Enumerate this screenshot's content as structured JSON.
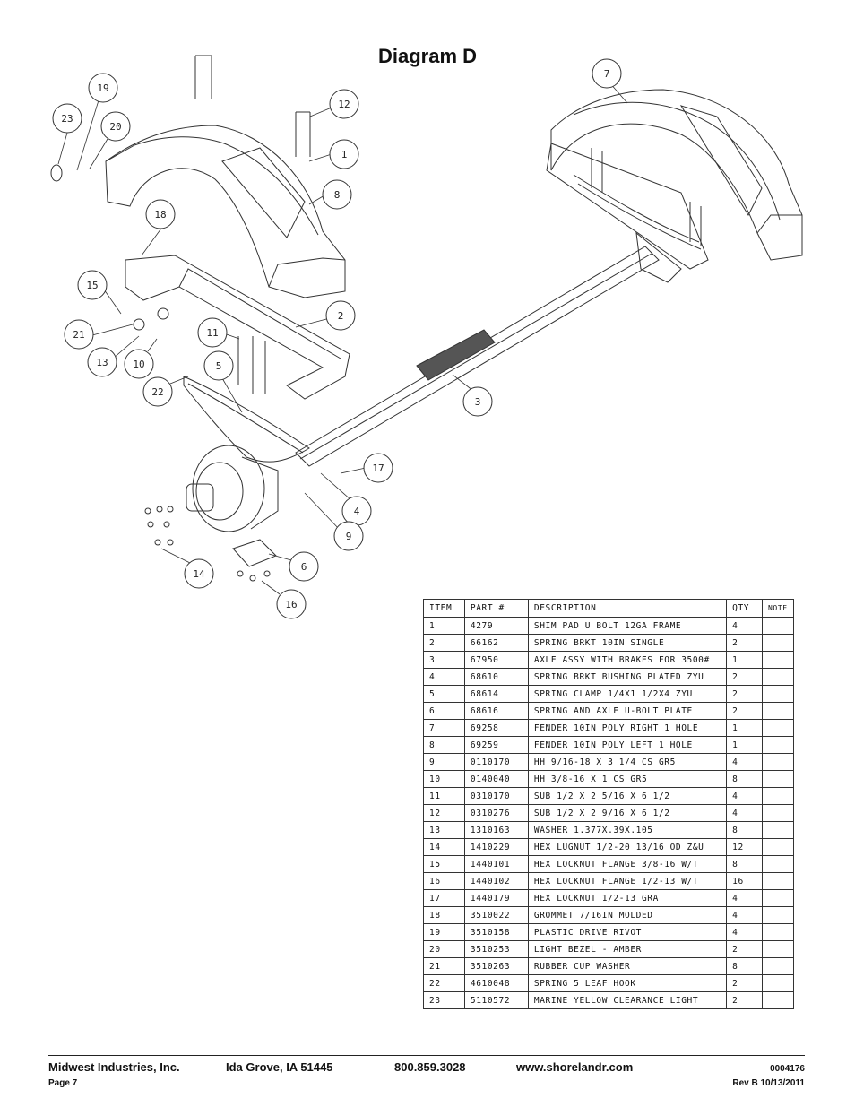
{
  "title": "Diagram D",
  "callouts": [
    "19",
    "23",
    "20",
    "12",
    "1",
    "8",
    "18",
    "15",
    "2",
    "21",
    "11",
    "13",
    "10",
    "5",
    "22",
    "17",
    "4",
    "9",
    "6",
    "14",
    "16",
    "7",
    "3"
  ],
  "table": {
    "headers": [
      "ITEM",
      "PART #",
      "DESCRIPTION",
      "QTY",
      "NOTE"
    ],
    "rows": [
      [
        "1",
        "4279",
        "SHIM PAD   U BOLT 12GA FRAME",
        "4",
        ""
      ],
      [
        "2",
        "66162",
        "SPRING BRKT  10IN SINGLE",
        "2",
        ""
      ],
      [
        "3",
        "67950",
        "AXLE ASSY WITH BRAKES FOR 3500#",
        "1",
        ""
      ],
      [
        "4",
        "68610",
        "SPRING BRKT BUSHING PLATED ZYU",
        "2",
        ""
      ],
      [
        "5",
        "68614",
        "SPRING CLAMP   1/4X1 1/2X4  ZYU",
        "2",
        ""
      ],
      [
        "6",
        "68616",
        "SPRING AND AXLE U-BOLT PLATE",
        "2",
        ""
      ],
      [
        "7",
        "69258",
        "FENDER  10IN POLY RIGHT 1 HOLE",
        "1",
        ""
      ],
      [
        "8",
        "69259",
        "FENDER  10IN POLY LEFT 1 HOLE",
        "1",
        ""
      ],
      [
        "9",
        "0110170",
        "HH 9/16-18 X 3 1/4 CS GR5",
        "4",
        ""
      ],
      [
        "10",
        "0140040",
        "HH 3/8-16 X 1 CS GR5",
        "8",
        ""
      ],
      [
        "11",
        "0310170",
        "SUB 1/2 X 2 5/16 X 6 1/2",
        "4",
        ""
      ],
      [
        "12",
        "0310276",
        "SUB 1/2 X 2 9/16 X 6 1/2",
        "4",
        ""
      ],
      [
        "13",
        "1310163",
        "WASHER 1.377X.39X.105",
        "8",
        ""
      ],
      [
        "14",
        "1410229",
        "HEX LUGNUT 1/2-20 13/16 OD Z&U",
        "12",
        ""
      ],
      [
        "15",
        "1440101",
        "HEX LOCKNUT FLANGE 3/8-16 W/T",
        "8",
        ""
      ],
      [
        "16",
        "1440102",
        "HEX LOCKNUT FLANGE 1/2-13 W/T",
        "16",
        ""
      ],
      [
        "17",
        "1440179",
        "HEX LOCKNUT 1/2-13 GRA",
        "4",
        ""
      ],
      [
        "18",
        "3510022",
        "GROMMET  7/16IN MOLDED",
        "4",
        ""
      ],
      [
        "19",
        "3510158",
        "PLASTIC DRIVE RIVOT",
        "4",
        ""
      ],
      [
        "20",
        "3510253",
        "LIGHT BEZEL - AMBER",
        "2",
        ""
      ],
      [
        "21",
        "3510263",
        "RUBBER CUP WASHER",
        "8",
        ""
      ],
      [
        "22",
        "4610048",
        "SPRING  5 LEAF HOOK",
        "2",
        ""
      ],
      [
        "23",
        "5110572",
        "MARINE YELLOW CLEARANCE LIGHT",
        "2",
        ""
      ]
    ]
  },
  "footer": {
    "company": "Midwest Industries, Inc.",
    "city": "Ida Grove, IA  51445",
    "phone": "800.859.3028",
    "web": "www.shorelandr.com",
    "doc": "0004176",
    "page": "Page 7",
    "rev": "Rev B  10/13/2011"
  }
}
